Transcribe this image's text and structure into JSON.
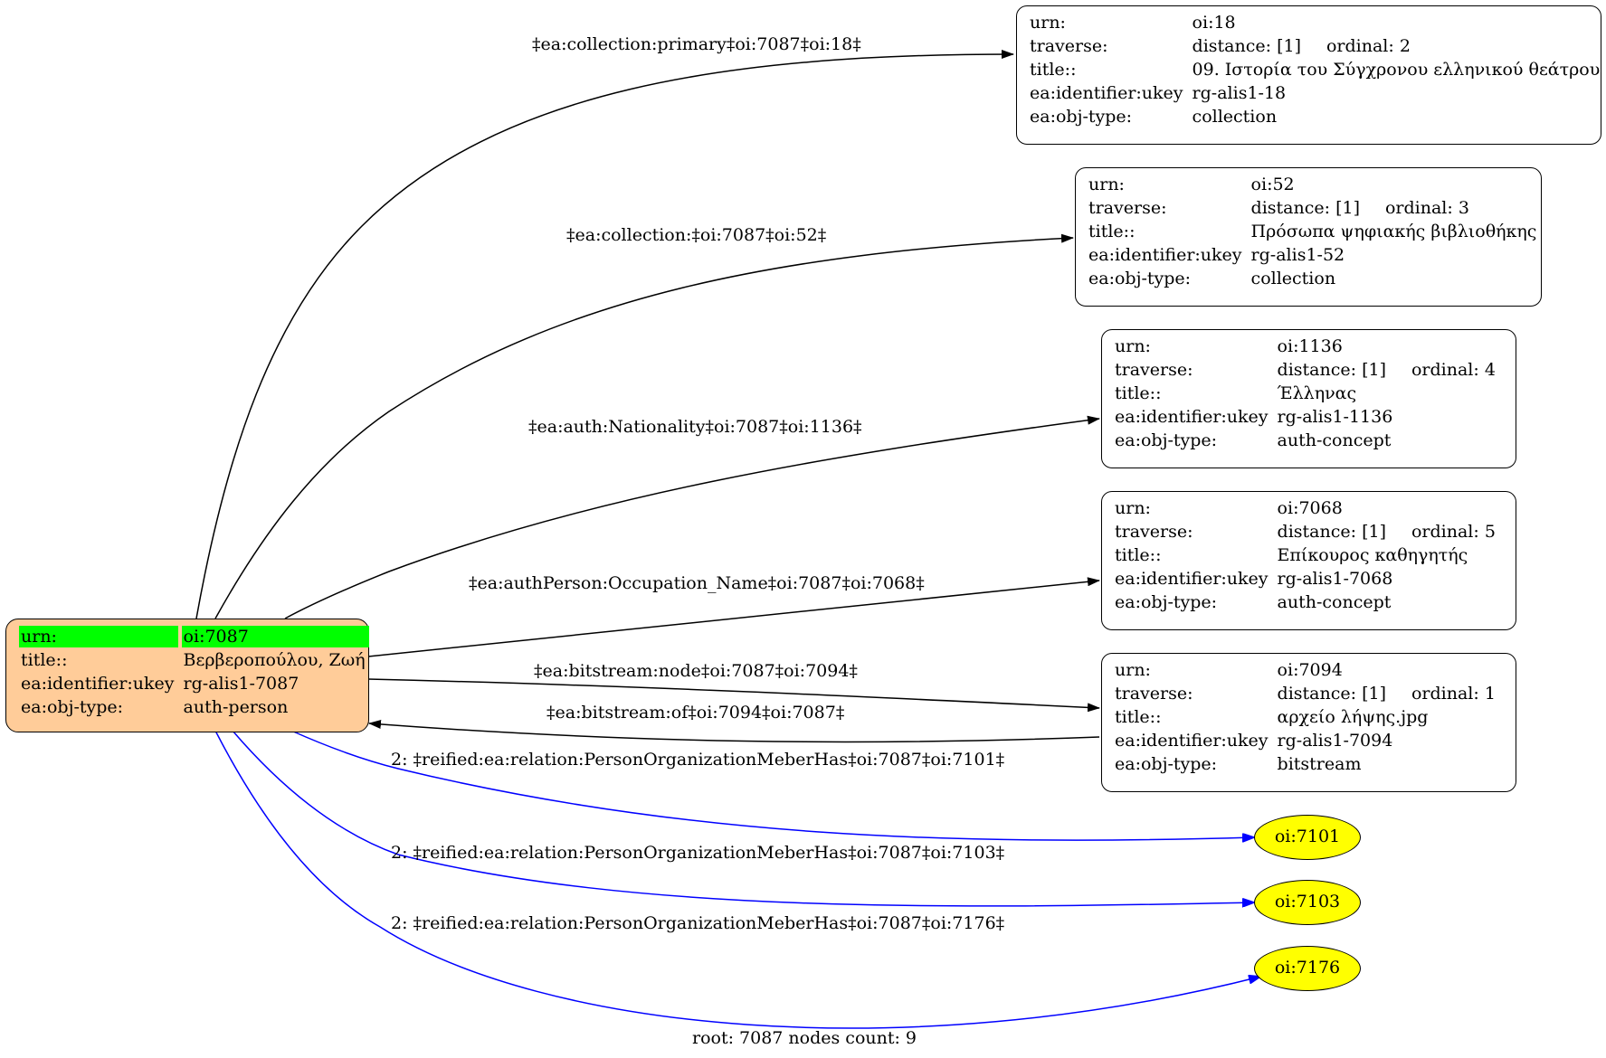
{
  "root": {
    "urn_key": "urn:",
    "urn_val": "oi:7087",
    "title_key": "title::",
    "title_val": "Βερβεροπούλου, Ζωή",
    "ukey_key": "ea:identifier:ukey",
    "ukey_val": "rg-alis1-7087",
    "type_key": "ea:obj-type:",
    "type_val": "auth-person",
    "fill_color": "#ffcc99",
    "highlight_color": "#00ff00"
  },
  "nodes": [
    {
      "urn_key": "urn:",
      "urn": "oi:18",
      "traverse_key": "traverse:",
      "distance": "distance: [1]",
      "ordinal": "ordinal: 2",
      "title_key": "title::",
      "title": "09. Ιστορία του Σύγχρονου ελληνικού θεάτρου",
      "ukey_key": "ea:identifier:ukey",
      "ukey": "rg-alis1-18",
      "type_key": "ea:obj-type:",
      "type": "collection"
    },
    {
      "urn_key": "urn:",
      "urn": "oi:52",
      "traverse_key": "traverse:",
      "distance": "distance: [1]",
      "ordinal": "ordinal: 3",
      "title_key": "title::",
      "title": "Πρόσωπα ψηφιακής βιβλιοθήκης",
      "ukey_key": "ea:identifier:ukey",
      "ukey": "rg-alis1-52",
      "type_key": "ea:obj-type:",
      "type": "collection"
    },
    {
      "urn_key": "urn:",
      "urn": "oi:1136",
      "traverse_key": "traverse:",
      "distance": "distance: [1]",
      "ordinal": "ordinal: 4",
      "title_key": "title::",
      "title": "Έλληνας",
      "ukey_key": "ea:identifier:ukey",
      "ukey": "rg-alis1-1136",
      "type_key": "ea:obj-type:",
      "type": "auth-concept"
    },
    {
      "urn_key": "urn:",
      "urn": "oi:7068",
      "traverse_key": "traverse:",
      "distance": "distance: [1]",
      "ordinal": "ordinal: 5",
      "title_key": "title::",
      "title": "Επίκουρος καθηγητής",
      "ukey_key": "ea:identifier:ukey",
      "ukey": "rg-alis1-7068",
      "type_key": "ea:obj-type:",
      "type": "auth-concept"
    },
    {
      "urn_key": "urn:",
      "urn": "oi:7094",
      "traverse_key": "traverse:",
      "distance": "distance: [1]",
      "ordinal": "ordinal: 1",
      "title_key": "title::",
      "title": "αρχείο λήψης.jpg",
      "ukey_key": "ea:identifier:ukey",
      "ukey": "rg-alis1-7094",
      "type_key": "ea:obj-type:",
      "type": "bitstream"
    }
  ],
  "ellipses": [
    {
      "label": "oi:7101"
    },
    {
      "label": "oi:7103"
    },
    {
      "label": "oi:7176"
    }
  ],
  "ellipse_color": "#ffff00",
  "edges": [
    {
      "label": "‡ea:collection:primary‡oi:7087‡oi:18‡",
      "color": "#000000"
    },
    {
      "label": "‡ea:collection:‡oi:7087‡oi:52‡",
      "color": "#000000"
    },
    {
      "label": "‡ea:auth:Nationality‡oi:7087‡oi:1136‡",
      "color": "#000000"
    },
    {
      "label": "‡ea:authPerson:Occupation_Name‡oi:7087‡oi:7068‡",
      "color": "#000000"
    },
    {
      "label": "‡ea:bitstream:node‡oi:7087‡oi:7094‡",
      "color": "#000000"
    },
    {
      "label": "‡ea:bitstream:of‡oi:7094‡oi:7087‡",
      "color": "#000000"
    },
    {
      "label": "2: ‡reified:ea:relation:PersonOrganizationMeberHas‡oi:7087‡oi:7101‡",
      "color": "#0000ff"
    },
    {
      "label": "2: ‡reified:ea:relation:PersonOrganizationMeberHas‡oi:7087‡oi:7103‡",
      "color": "#0000ff"
    },
    {
      "label": "2: ‡reified:ea:relation:PersonOrganizationMeberHas‡oi:7087‡oi:7176‡",
      "color": "#0000ff"
    }
  ],
  "footer": "root: 7087 nodes count: 9"
}
